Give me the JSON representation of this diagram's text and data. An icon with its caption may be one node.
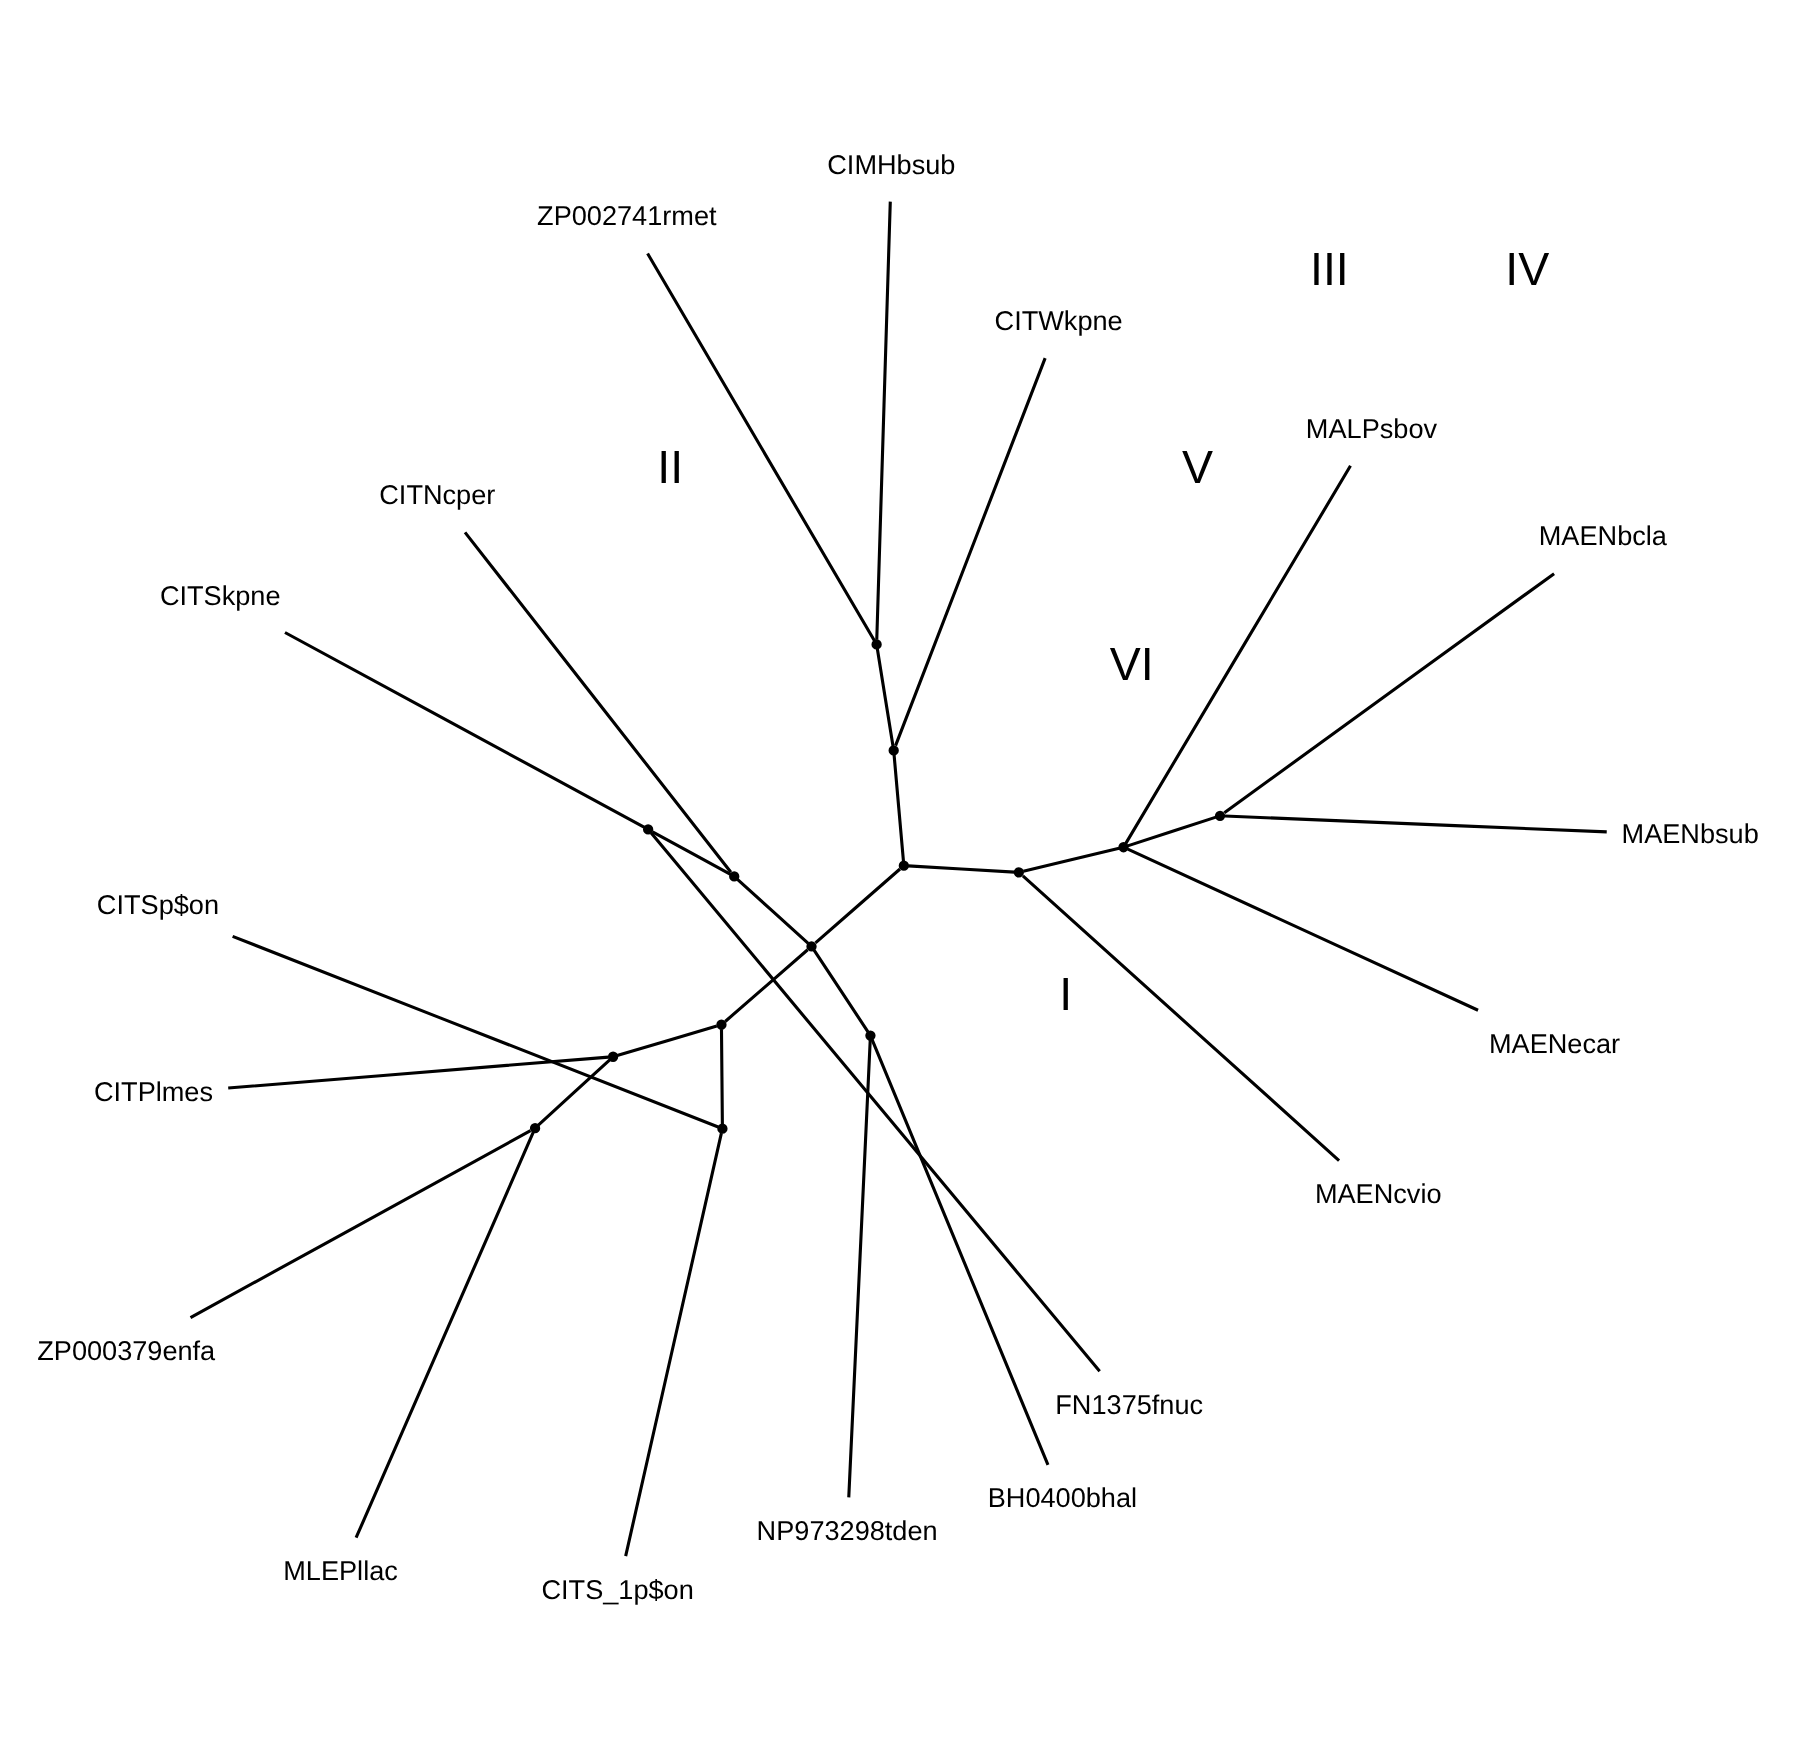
{
  "diagram": {
    "nodes": [
      {
        "text": [
          "CITSp$on"
        ]
      },
      {
        "text": [
          "CITS_1p$on"
        ]
      },
      {
        "text": [
          "ZP000379enfa"
        ]
      },
      {
        "text": [
          "CIMHbsub"
        ]
      },
      {
        "text": [
          "MLEPllac"
        ]
      },
      {
        "text": [
          "ZP002741rmet"
        ]
      },
      {
        "text": [
          "CITPlmes"
        ]
      },
      {
        "text": [
          "CITWkpne"
        ]
      },
      {
        "text": [
          "NP973298tden"
        ]
      },
      {
        "text": [
          "MAENcvio"
        ]
      },
      {
        "text": [
          "BH0400bhal"
        ]
      },
      {
        "text": [
          "MALPsbov"
        ]
      },
      {
        "text": [
          "MAENbsub"
        ]
      },
      {
        "text": [
          "CITNcper"
        ]
      },
      {
        "text": [
          "MAENbcla"
        ]
      },
      {
        "text": [
          "FN1375fnuc"
        ]
      },
      {
        "text": [
          "MAENecar"
        ]
      },
      {
        "text": [
          "CITSkpne"
        ]
      },
      {
        "text": [],
        "shape": "point"
      },
      {
        "text": [],
        "shape": "point"
      },
      {
        "text": [],
        "shape": "point"
      },
      {
        "text": [],
        "shape": "point"
      },
      {
        "text": [],
        "shape": "point"
      },
      {
        "text": [],
        "shape": "point"
      },
      {
        "text": [],
        "shape": "point"
      },
      {
        "text": [],
        "shape": "point"
      },
      {
        "text": [],
        "shape": "point"
      },
      {
        "text": [],
        "shape": "point"
      },
      {
        "text": [],
        "shape": "point"
      },
      {
        "text": [],
        "shape": "point"
      },
      {
        "text": [],
        "shape": "point"
      },
      {
        "text": [],
        "shape": "point"
      }
    ],
    "edges": [
      {
        "from": 18,
        "to": 4,
        "arrow": "none"
      },
      {
        "from": 18,
        "to": 2,
        "arrow": "none"
      },
      {
        "from": 19,
        "to": 18,
        "arrow": "none"
      },
      {
        "from": 19,
        "to": 6,
        "arrow": "none"
      },
      {
        "from": 21,
        "to": 19,
        "arrow": "none"
      },
      {
        "from": 20,
        "to": 0,
        "arrow": "none"
      },
      {
        "from": 20,
        "to": 1,
        "arrow": "none"
      },
      {
        "from": 21,
        "to": 20,
        "arrow": "none"
      },
      {
        "from": 24,
        "to": 21,
        "arrow": "none"
      },
      {
        "from": 22,
        "to": 3,
        "arrow": "none"
      },
      {
        "from": 22,
        "to": 5,
        "arrow": "none"
      },
      {
        "from": 23,
        "to": 22,
        "arrow": "none"
      },
      {
        "from": 23,
        "to": 7,
        "arrow": "none"
      },
      {
        "from": 25,
        "to": 23,
        "arrow": "none"
      },
      {
        "from": 24,
        "to": 25,
        "arrow": "none"
      },
      {
        "from": 26,
        "to": 8,
        "arrow": "none"
      },
      {
        "from": 26,
        "to": 10,
        "arrow": "none"
      },
      {
        "from": 24,
        "to": 26,
        "arrow": "none"
      },
      {
        "from": 25,
        "to": 27,
        "arrow": "none"
      },
      {
        "from": 27,
        "to": 9,
        "arrow": "none"
      },
      {
        "from": 27,
        "to": 28,
        "arrow": "none"
      },
      {
        "from": 28,
        "to": 16,
        "arrow": "none"
      },
      {
        "from": 28,
        "to": 11,
        "arrow": "none"
      },
      {
        "from": 28,
        "to": 29,
        "arrow": "none"
      },
      {
        "from": 29,
        "to": 14,
        "arrow": "none"
      },
      {
        "from": 29,
        "to": 12,
        "arrow": "none"
      },
      {
        "from": 24,
        "to": 30,
        "arrow": "none"
      },
      {
        "from": 30,
        "to": 13,
        "arrow": "none"
      },
      {
        "from": 30,
        "to": 31,
        "arrow": "none"
      },
      {
        "from": 31,
        "to": 15,
        "arrow": "none"
      },
      {
        "from": 31,
        "to": 17,
        "arrow": "none"
      }
    ],
    "labels": [
      "VI",
      "I",
      "V",
      "II",
      "IV",
      "III"
    ]
  }
}
